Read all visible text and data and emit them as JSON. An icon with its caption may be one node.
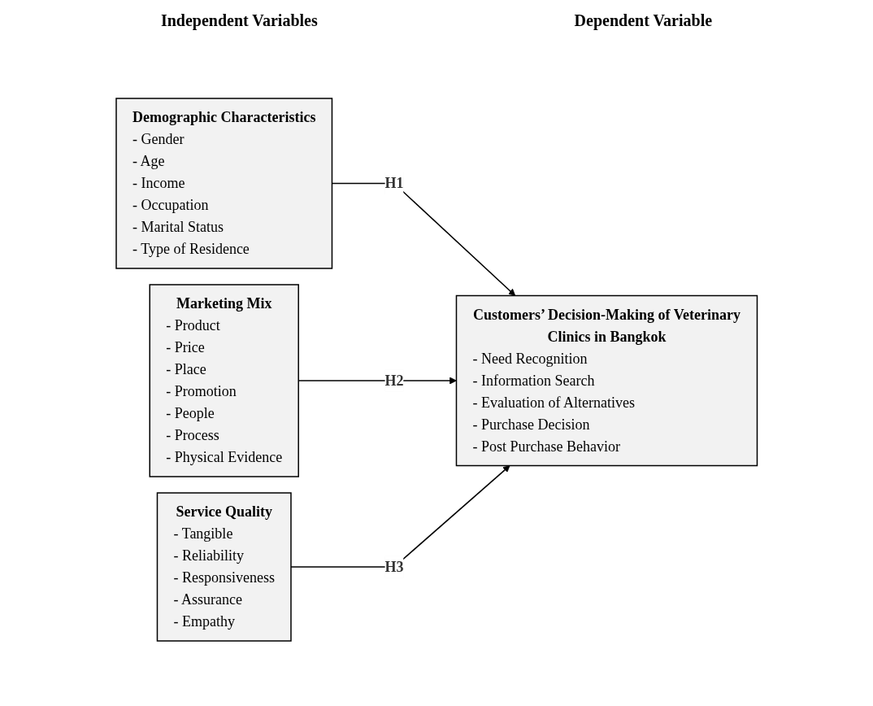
{
  "diagram": {
    "nodes": [
      {
        "text": [
          "Demographic Characteristics",
          "- Gender",
          "- Age",
          "- Income",
          "- Occupation",
          "- Marital Status",
          "- Type of Residence"
        ]
      },
      {
        "text": [
          "Marketing Mix",
          "- Product",
          "- Price",
          "- Place",
          "- Promotion",
          "- People",
          "- Process",
          "- Physical Evidence"
        ]
      },
      {
        "text": [
          "Service Quality",
          "- Tangible",
          "- Reliability",
          "- Responsiveness",
          "- Assurance",
          "- Empathy"
        ]
      },
      {
        "text": [
          "Customers’ Decision-Making of Veterinary Clinics in Bangkok",
          "- Need Recognition",
          "- Information Search",
          "- Evaluation of Alternatives",
          "- Purchase Decision",
          "- Post Purchase Behavior"
        ]
      }
    ],
    "edges": [
      {
        "from": 0,
        "to": 3,
        "arrow": "to",
        "label": "H1"
      },
      {
        "from": 1,
        "to": 3,
        "arrow": "to",
        "label": "H2"
      },
      {
        "from": 2,
        "to": 3,
        "arrow": "to",
        "label": "H3"
      }
    ],
    "labels": [
      "Independent Variables",
      "Dependent Variable"
    ]
  }
}
